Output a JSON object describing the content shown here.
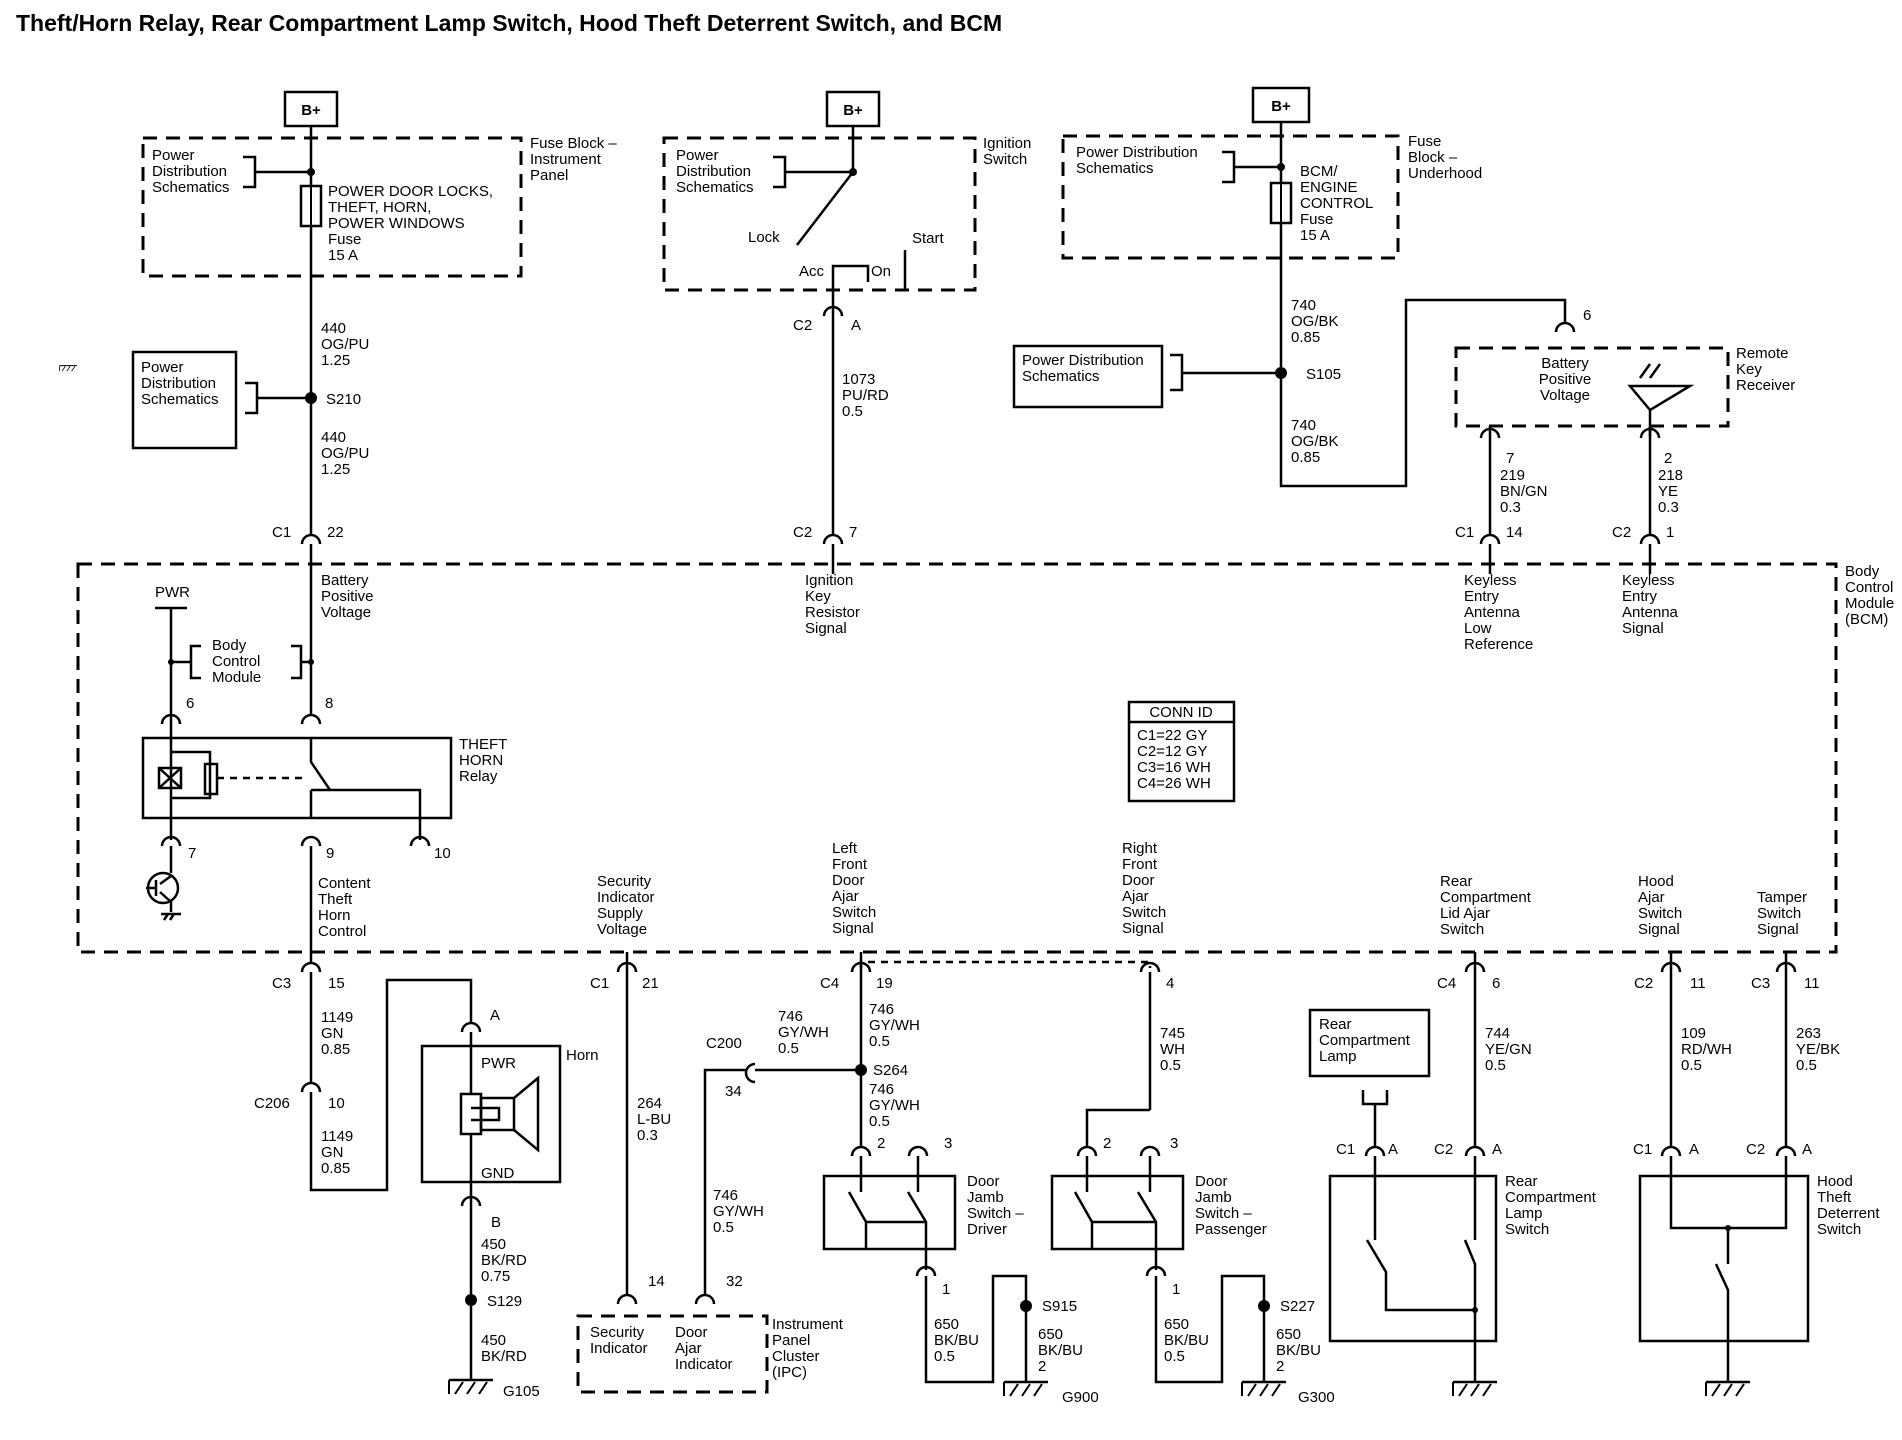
{
  "title": "Theft/Horn Relay, Rear Compartment Lamp Switch, Hood Theft Deterrent Switch, and BCM",
  "labels": {
    "bplus": "B+",
    "pds": [
      "Power",
      "Distribution",
      "Schematics"
    ],
    "fuse_block_ip": [
      "Fuse Block –",
      "Instrument",
      "Panel"
    ],
    "fuse1": [
      "POWER DOOR LOCKS,",
      "THEFT, HORN,",
      "POWER WINDOWS",
      "Fuse",
      "15 A"
    ],
    "ignition_switch": [
      "Ignition",
      "Switch"
    ],
    "lock": "Lock",
    "acc": "Acc",
    "on": "On",
    "start": "Start",
    "fuse_block_uh": [
      "Fuse",
      "Block –",
      "Underhood"
    ],
    "pds_one": [
      "Power Distribution",
      "Schematics"
    ],
    "fuse2": [
      "BCM/",
      "ENGINE",
      "CONTROL",
      "Fuse",
      "15 A"
    ],
    "w440": [
      "440",
      "OG/PU",
      "1.25"
    ],
    "s210": "S210",
    "c1": "C1",
    "c2": "C2",
    "c3": "C3",
    "c4": "C4",
    "c200": "C200",
    "c206": "C206",
    "a": "A",
    "b": "B",
    "w1073": [
      "1073",
      "PU/RD",
      "0.5"
    ],
    "w740": [
      "740",
      "OG/BK",
      "0.85"
    ],
    "s105": "S105",
    "remote_key_receiver": [
      "Remote",
      "Key",
      "Receiver"
    ],
    "battery_positive_voltage": [
      "Battery",
      "Positive",
      "Voltage"
    ],
    "w219": [
      "219",
      "BN/GN",
      "0.3"
    ],
    "w218": [
      "218",
      "YE",
      "0.3"
    ],
    "pins": {
      "p1": "1",
      "p2": "2",
      "p3": "3",
      "p4": "4",
      "p6": "6",
      "p7": "7",
      "p8": "8",
      "p9": "9",
      "p10": "10",
      "p11": "11",
      "p14": "14",
      "p15": "15",
      "p19": "19",
      "p21": "21",
      "p22": "22",
      "p32": "32",
      "p34": "34"
    },
    "bcm_title": [
      "Body",
      "Control",
      "Module",
      "(BCM)"
    ],
    "bcm_battery": [
      "Battery",
      "Positive",
      "Voltage"
    ],
    "ign_key": [
      "Ignition",
      "Key",
      "Resistor",
      "Signal"
    ],
    "ke_low": [
      "Keyless",
      "Entry",
      "Antenna",
      "Low",
      "Reference"
    ],
    "ke_sig": [
      "Keyless",
      "Entry",
      "Antenna",
      "Signal"
    ],
    "pwr": "PWR",
    "body_control_module": [
      "Body",
      "Control",
      "Module"
    ],
    "theft_horn_relay": [
      "THEFT",
      "HORN",
      "Relay"
    ],
    "conn_id": [
      "CONN ID",
      "C1=22 GY",
      "C2=12 GY",
      "C3=16 WH",
      "C4=26 WH"
    ],
    "content_theft": [
      "Content",
      "Theft",
      "Horn",
      "Control"
    ],
    "security_supply": [
      "Security",
      "Indicator",
      "Supply",
      "Voltage"
    ],
    "lf_door": [
      "Left",
      "Front",
      "Door",
      "Ajar",
      "Switch",
      "Signal"
    ],
    "rf_door": [
      "Right",
      "Front",
      "Door",
      "Ajar",
      "Switch",
      "Signal"
    ],
    "rear_lid": [
      "Rear",
      "Compartment",
      "Lid Ajar",
      "Switch"
    ],
    "hood_ajar": [
      "Hood",
      "Ajar",
      "Switch",
      "Signal"
    ],
    "tamper": [
      "Tamper",
      "Switch",
      "Signal"
    ],
    "w1149": [
      "1149",
      "GN",
      "0.85"
    ],
    "horn": "Horn",
    "horn_pwr": "PWR",
    "horn_gnd": "GND",
    "w450a": [
      "450",
      "BK/RD",
      "0.75"
    ],
    "s129": "S129",
    "w450b": [
      "450",
      "BK/RD"
    ],
    "g105": "G105",
    "w264": [
      "264",
      "L-BU",
      "0.3"
    ],
    "w746": [
      "746",
      "GY/WH",
      "0.5"
    ],
    "s264": "S264",
    "w745": [
      "745",
      "WH",
      "0.5"
    ],
    "dj_driver": [
      "Door",
      "Jamb",
      "Switch –",
      "Driver"
    ],
    "dj_pass": [
      "Door",
      "Jamb",
      "Switch –",
      "Passenger"
    ],
    "w650": [
      "650",
      "BK/BU",
      "0.5"
    ],
    "s915": "S915",
    "s227": "S227",
    "g900": "G900",
    "g300": "G300",
    "ipc_security": [
      "Security",
      "Indicator"
    ],
    "ipc_door": [
      "Door",
      "Ajar",
      "Indicator"
    ],
    "ipc": [
      "Instrument",
      "Panel",
      "Cluster",
      "(IPC)"
    ],
    "rear_lamp": [
      "Rear",
      "Compartment",
      "Lamp"
    ],
    "w744": [
      "744",
      "YE/GN",
      "0.5"
    ],
    "rear_lamp_switch": [
      "Rear",
      "Compartment",
      "Lamp",
      "Switch"
    ],
    "w109": [
      "109",
      "RD/WH",
      "0.5"
    ],
    "w263": [
      "263",
      "YE/BK",
      "0.5"
    ],
    "hood_switch": [
      "Hood",
      "Theft",
      "Deterrent",
      "Switch"
    ]
  }
}
